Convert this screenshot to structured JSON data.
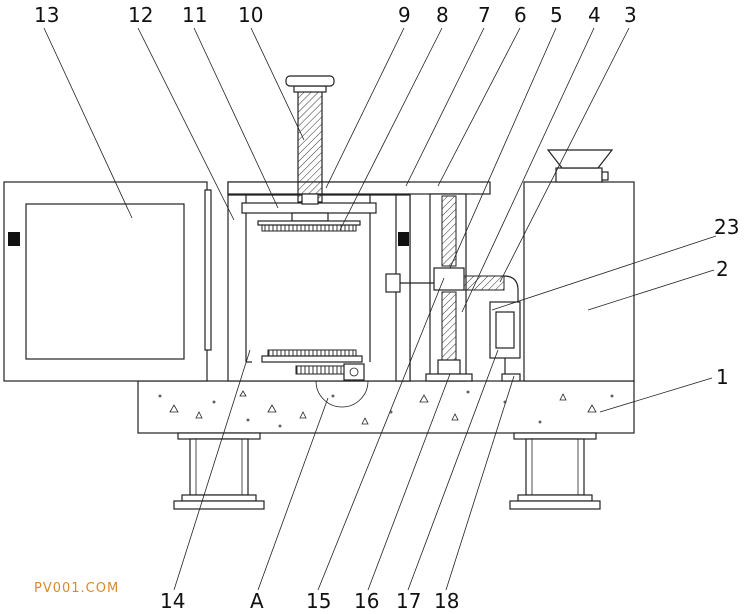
{
  "watermark": "PV001.COM",
  "labels": {
    "l1": "1",
    "l2": "2",
    "l3": "3",
    "l4": "4",
    "l5": "5",
    "l6": "6",
    "l7": "7",
    "l8": "8",
    "l9": "9",
    "l10": "10",
    "l11": "11",
    "l12": "12",
    "l13": "13",
    "l14": "14",
    "lA": "A",
    "l15": "15",
    "l16": "16",
    "l17": "17",
    "l18": "18",
    "l23": "23"
  }
}
